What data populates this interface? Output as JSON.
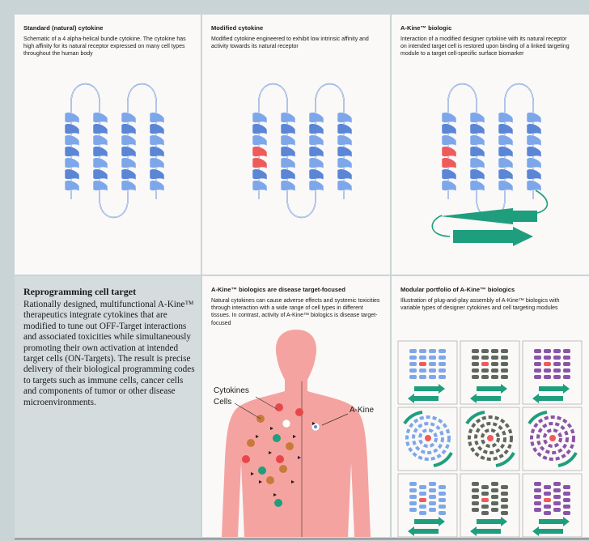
{
  "panels": {
    "standard": {
      "title": "Standard (natural) cytokine",
      "description": "Schematic of a 4 alpha-helical bundle cytokine. The cytokine has high affinity for its natural receptor expressed on many cell types throughout the human body"
    },
    "modified": {
      "title": "Modified cytokine",
      "description": "Modified cytokine engineered to exhibit low intrinsic affinity and activity towards its natural receptor"
    },
    "akine_biologic": {
      "title": "A-Kine™ biologic",
      "description": "Interaction of a modified designer cytokine with its natural receptor on intended target cell is restored upon binding of a linked targeting module to a target cell-specific surface biomarker"
    },
    "reprogramming": {
      "title": "Reprogramming cell target",
      "body": "Rationally designed, multifunctional A-Kine™ therapeutics integrate cytokines that are modified to tune out OFF-Target interactions and associated toxicities while simultaneously promoting their own activation at intended target cells (ON-Targets). The result is precise delivery of their biological programming codes to targets such as immune cells, cancer cells and components of tumor or other disease microenvironments."
    },
    "disease_targeted": {
      "title": "A-Kine™ biologics are disease target-focused",
      "description": "Natural cytokines can cause adverse effects and systemic toxicities through interaction with a wide range of cell types in different tissues. In contrast, activity of A-Kine™ biologics is disease target-focused",
      "labels": {
        "cytokines": "Cytokines",
        "cells": "Cells",
        "akine": "A-Kine"
      }
    },
    "modular": {
      "title": "Modular portfolio of A-Kine™ biologics",
      "description": "Illustration of plug-and-play assembly of A-Kine™ biologics with variable types of designer cytokines and cell targeting modules"
    }
  },
  "colors": {
    "background": "#c9d4d6",
    "panel": "#faf9f7",
    "helix_blue": "#7ea7ea",
    "helix_dark_blue": "#5b86d6",
    "modified_red": "#ee5b5b",
    "targeting_green": "#1f9e7e",
    "body_pink": "#f5a3a0",
    "cell_red": "#e8474a",
    "cell_orange": "#c77a3a",
    "cell_teal": "#1f9e7e",
    "tile_gray": "#60685d",
    "tile_purple": "#8a55a8"
  }
}
